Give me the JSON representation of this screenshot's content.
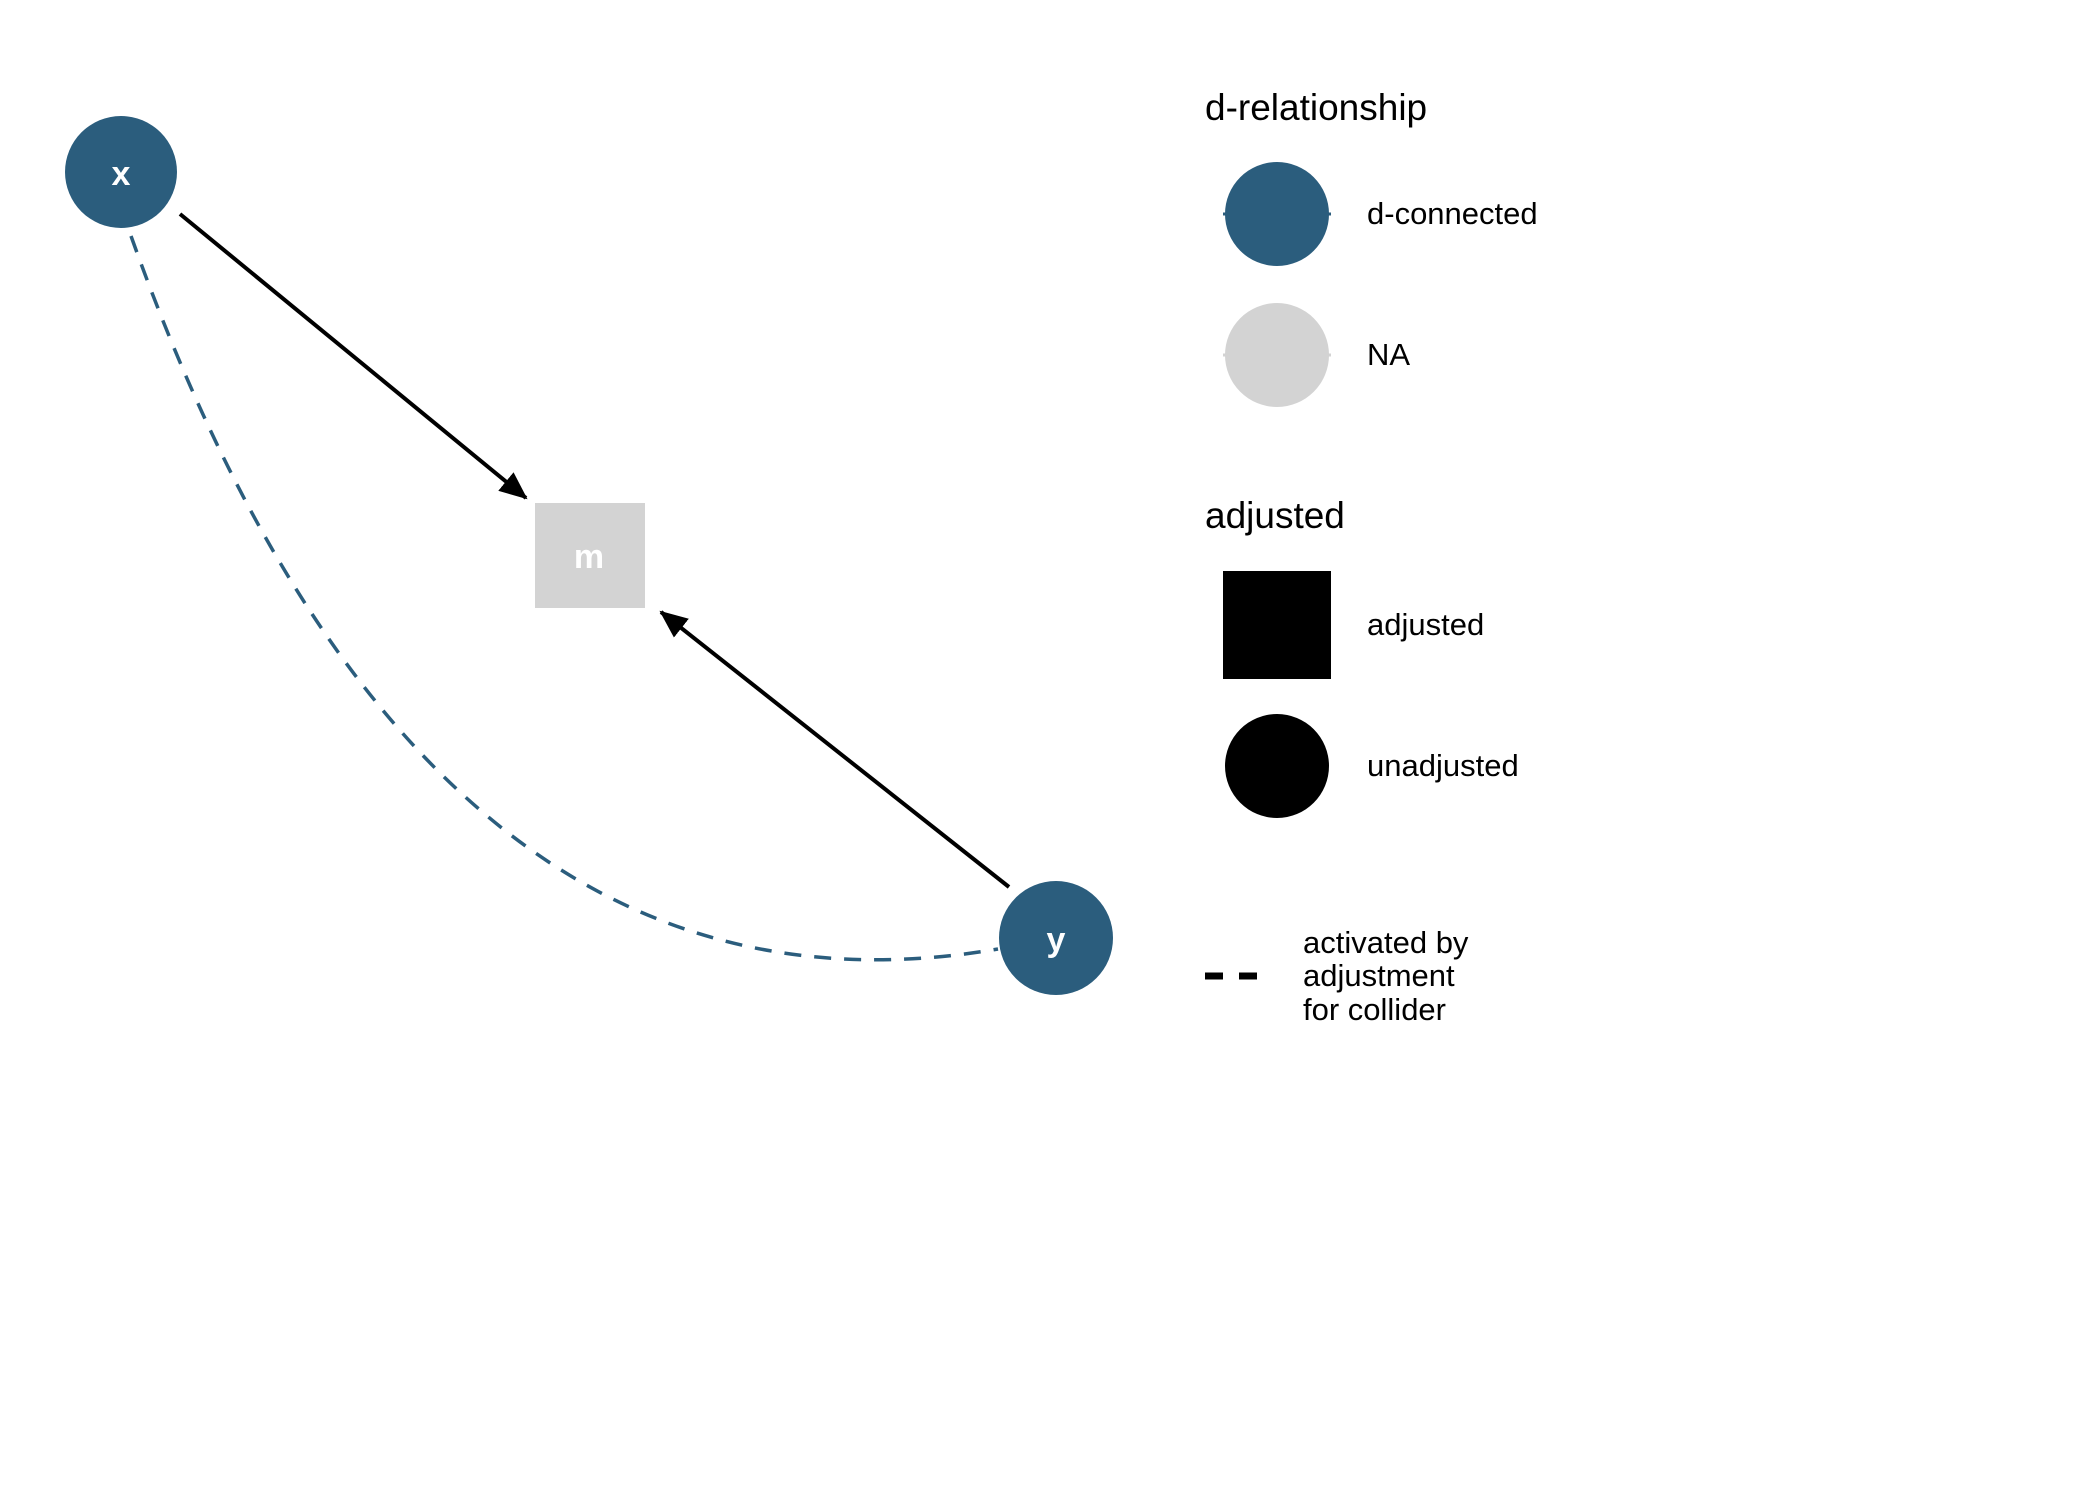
{
  "diagram": {
    "colors": {
      "d_connected": "#2B5D7D",
      "na": "#D3D3D3",
      "edge": "#000000"
    },
    "nodes": [
      {
        "id": "x",
        "label": "x",
        "shape": "circle",
        "d_relationship": "d-connected",
        "adjusted": "unadjusted"
      },
      {
        "id": "m",
        "label": "m",
        "shape": "square",
        "d_relationship": "NA",
        "adjusted": "adjusted"
      },
      {
        "id": "y",
        "label": "y",
        "shape": "circle",
        "d_relationship": "d-connected",
        "adjusted": "unadjusted"
      }
    ],
    "edges": [
      {
        "from": "x",
        "to": "m",
        "type": "directed",
        "style": "solid"
      },
      {
        "from": "y",
        "to": "m",
        "type": "directed",
        "style": "solid"
      },
      {
        "from": "x",
        "to": "y",
        "type": "association",
        "style": "dashed",
        "note": "activated by adjustment for collider"
      }
    ]
  },
  "legend": {
    "groups": [
      {
        "title": "d-relationship",
        "items": [
          {
            "label": "d-connected",
            "shape": "circle",
            "color": "#2B5D7D"
          },
          {
            "label": "NA",
            "shape": "circle",
            "color": "#D3D3D3"
          }
        ]
      },
      {
        "title": "adjusted",
        "items": [
          {
            "label": "adjusted",
            "shape": "square",
            "color": "#000000"
          },
          {
            "label": "unadjusted",
            "shape": "circle",
            "color": "#000000"
          }
        ]
      }
    ],
    "dashed_item": {
      "label": "activated by\nadjustment\nfor collider",
      "color": "#000000"
    }
  }
}
